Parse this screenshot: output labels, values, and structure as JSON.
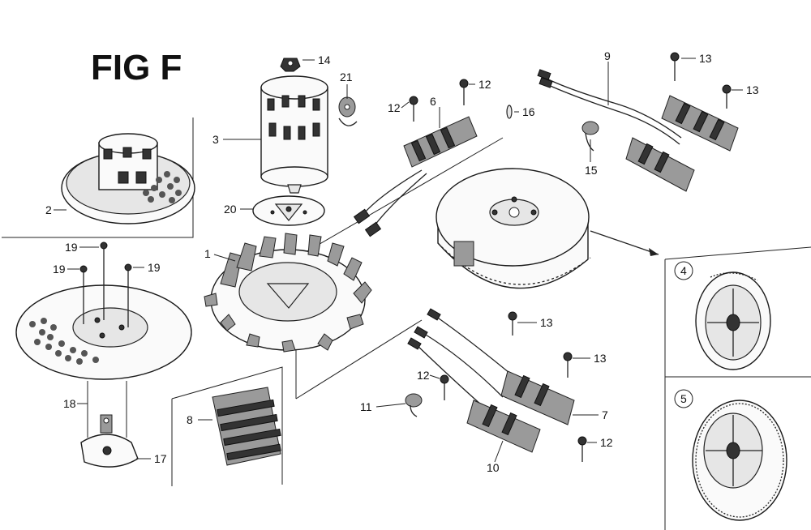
{
  "figure": {
    "title": "FIG F"
  },
  "callouts": {
    "c1": "1",
    "c2": "2",
    "c3": "3",
    "c4": "4",
    "c5": "5",
    "c6": "6",
    "c7": "7",
    "c8": "8",
    "c9": "9",
    "c10": "10",
    "c11": "11",
    "c12a": "12",
    "c12b": "12",
    "c12c": "12",
    "c12d": "12",
    "c13a": "13",
    "c13b": "13",
    "c13c": "13",
    "c13d": "13",
    "c14": "14",
    "c15": "15",
    "c16": "16",
    "c17": "17",
    "c18": "18",
    "c19a": "19",
    "c19b": "19",
    "c19c": "19",
    "c20": "20",
    "c21": "21"
  }
}
